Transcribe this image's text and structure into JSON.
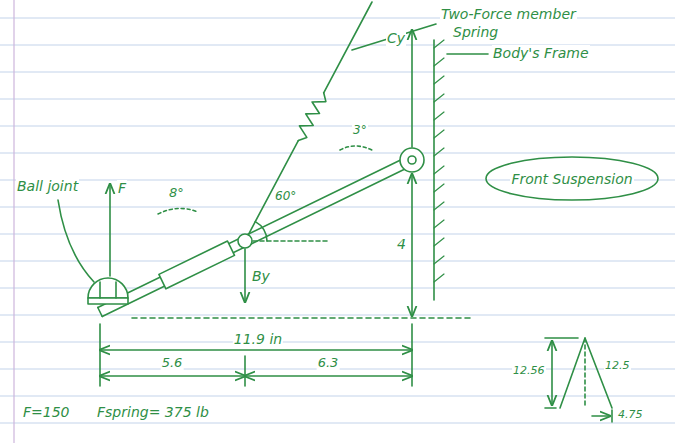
{
  "diagram": {
    "nodes": [
      {
        "text": [
          "Front Suspension"
        ]
      }
    ],
    "labels": [
      "Two-Force member",
      "Spring",
      "Cy",
      "Body's Frame",
      "Ball joint",
      "F",
      "8°",
      "60°",
      "3°",
      "By",
      "4",
      "11.9 in",
      "5.6",
      "6.3",
      "12.56",
      "12.5",
      "4.75",
      "F=150",
      "Fspring= 375 lb"
    ]
  }
}
